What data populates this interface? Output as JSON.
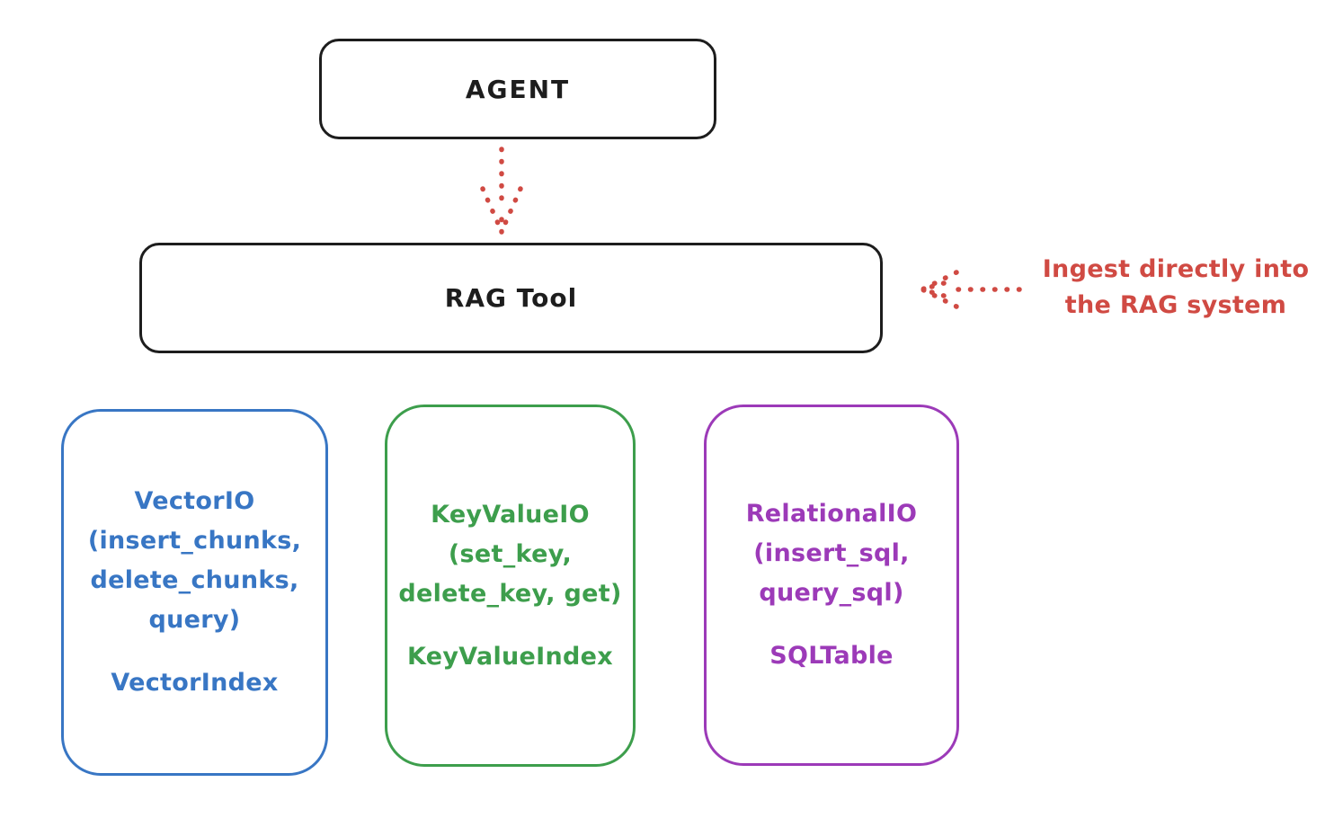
{
  "palette": {
    "ink": "#1d1d1d",
    "red": "#d04a43",
    "blue": "#3876c4",
    "green": "#3d9e4c",
    "purple": "#9c3ab8"
  },
  "nodes": {
    "agent": {
      "label": "AGENT"
    },
    "rag_tool": {
      "label": "RAG Tool"
    }
  },
  "annotation": {
    "text": "Ingest directly into\nthe RAG system"
  },
  "backends": [
    {
      "name": "VectorIO",
      "io": "VectorIO\n(insert_chunks,\ndelete_chunks,\nquery)",
      "index": "VectorIndex",
      "color": "#3876c4"
    },
    {
      "name": "KeyValueIO",
      "io": "KeyValueIO\n(set_key,\ndelete_key, get)",
      "index": "KeyValueIndex",
      "color": "#3d9e4c"
    },
    {
      "name": "RelationalIO",
      "io": "RelationalIO\n(insert_sql,\nquery_sql)",
      "index": "SQLTable",
      "color": "#9c3ab8"
    }
  ]
}
